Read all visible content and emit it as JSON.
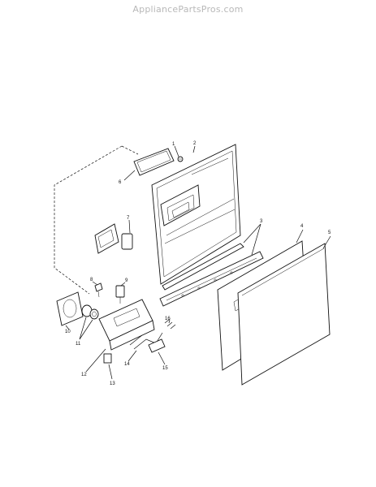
{
  "watermark": "AppliancePartsPros.com",
  "callouts": [
    "1",
    "2",
    "3",
    "4",
    "5",
    "6",
    "7",
    "8",
    "9",
    "10",
    "11",
    "12",
    "13",
    "14",
    "15",
    "16"
  ]
}
